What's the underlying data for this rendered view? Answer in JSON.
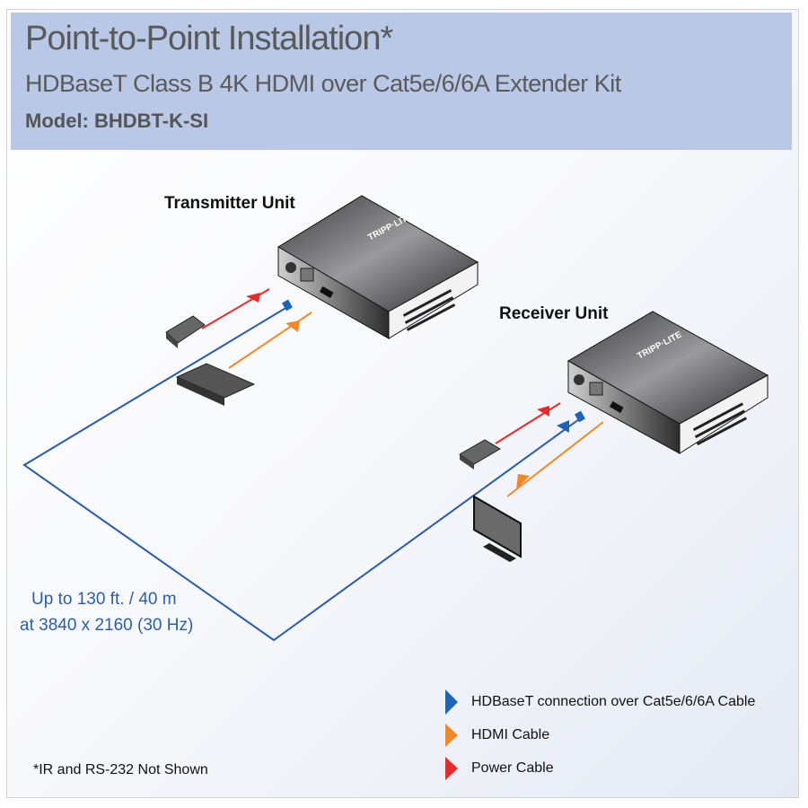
{
  "header": {
    "title": "Point-to-Point Installation*",
    "subtitle": "HDBaseT Class B 4K HDMI over Cat5e/6/6A Extender Kit",
    "model": "Model: BHDBT-K-SI"
  },
  "units": {
    "transmitter": "Transmitter Unit",
    "receiver": "Receiver Unit",
    "brand_logo": "TRIPP·LITE"
  },
  "distance": {
    "line1": "Up to 130 ft. / 40 m",
    "line2": "at 3840 x 2160 (30 Hz)"
  },
  "legend": [
    {
      "label": "HDBaseT connection over Cat5e/6/6A Cable",
      "color": "#1f63b5"
    },
    {
      "label": "HDMI Cable",
      "color": "#f0882a"
    },
    {
      "label": "Power Cable",
      "color": "#e42a2a"
    }
  ],
  "footnote": "*IR and RS-232 Not Shown",
  "colors": {
    "header_band": "#b8c8e6",
    "cat_cable": "#2a5ca8",
    "hdmi_cable": "#f0882a",
    "power_cable": "#e42a2a"
  }
}
